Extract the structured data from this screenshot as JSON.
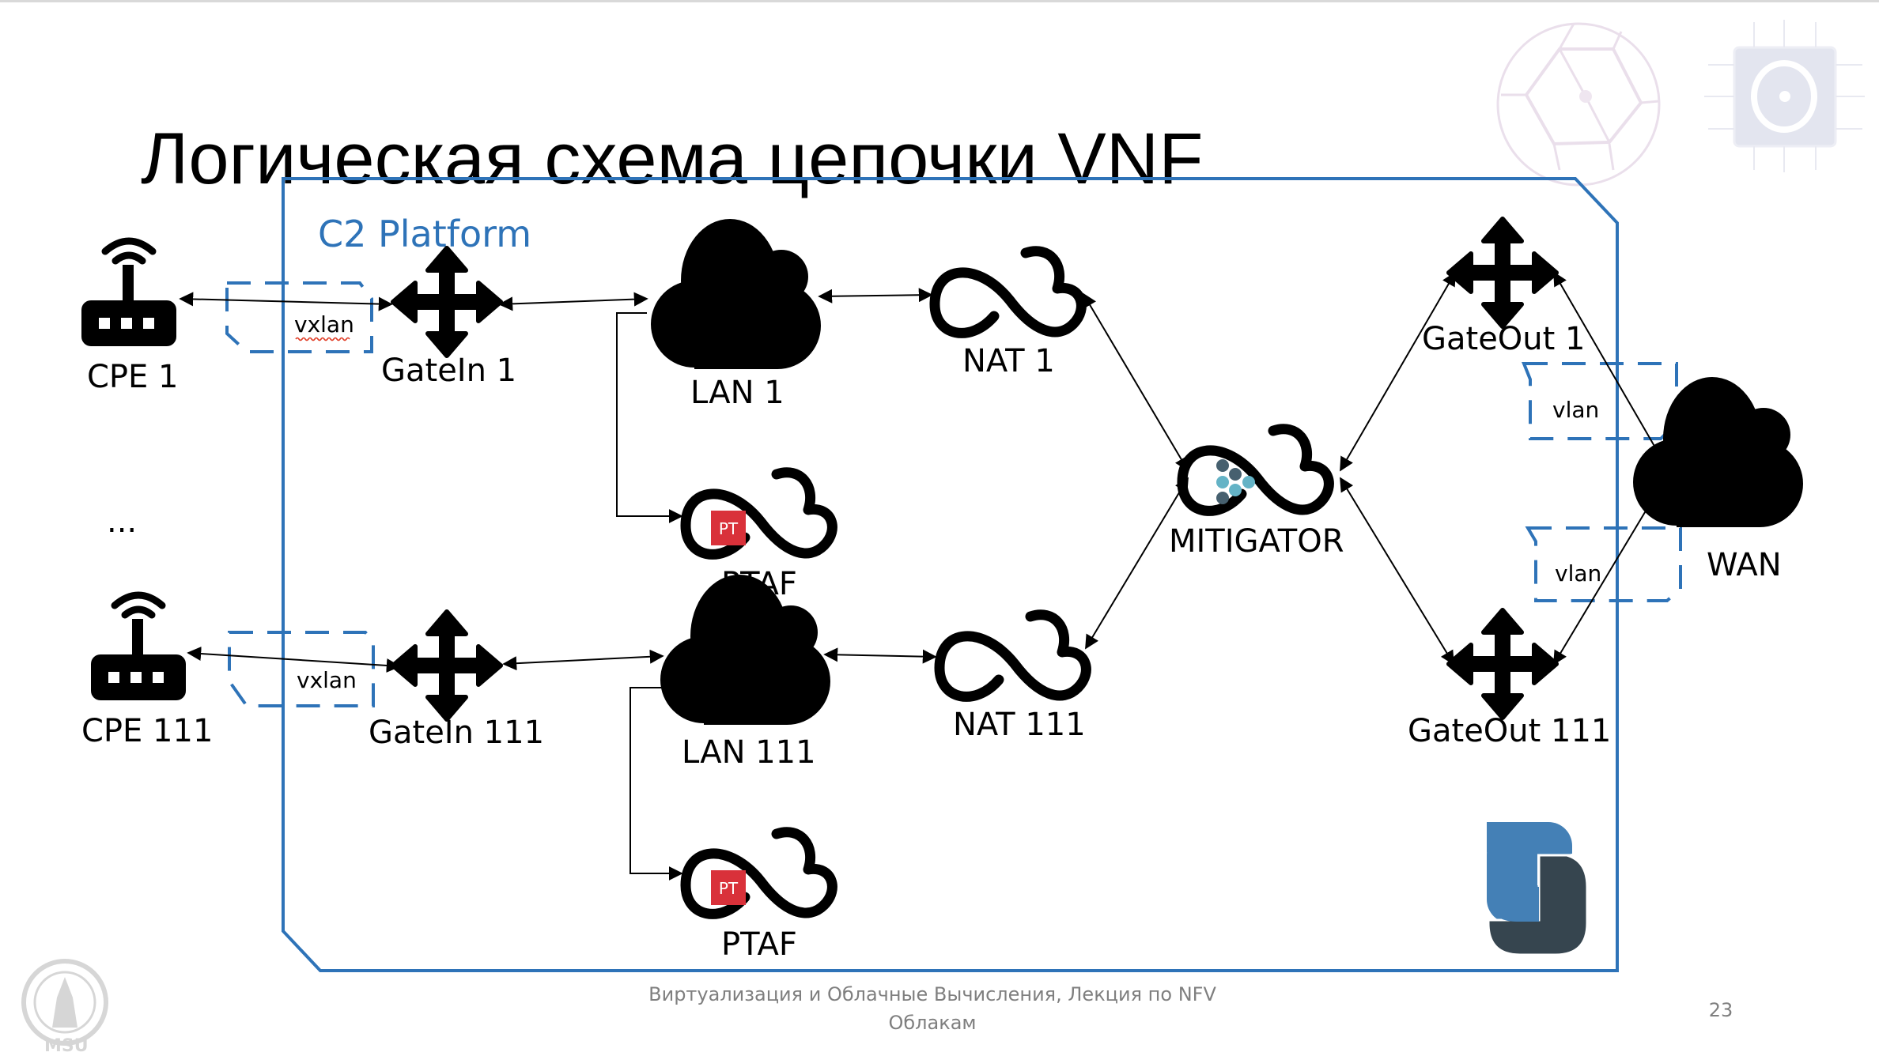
{
  "slide": {
    "title": "Логическая схема цепочки VNF",
    "platform_label": "C2 Platform",
    "ellipsis": "...",
    "footer_line1": "Виртуализация и Облачные Вычисления, Лекция по NFV",
    "footer_line2": "Облакам",
    "page_number": "23",
    "watermark_logo": "MSU"
  },
  "colors": {
    "platform_border": "#2e73b8",
    "ptaf_red": "#d9313a",
    "mitigator_dark": "#46606f",
    "mitigator_light": "#64b3c6",
    "logo_blue": "#4480b6",
    "logo_dark": "#36454f"
  },
  "nodes": {
    "cpe1": {
      "label": "CPE 1",
      "icon": "router-icon"
    },
    "cpe111": {
      "label": "CPE 111",
      "icon": "router-icon"
    },
    "gatein1": {
      "label": "GateIn 1",
      "icon": "move-arrows-icon"
    },
    "gatein111": {
      "label": "GateIn 111",
      "icon": "move-arrows-icon"
    },
    "lan1": {
      "label": "LAN 1",
      "icon": "cloud-icon"
    },
    "lan111": {
      "label": "LAN 111",
      "icon": "cloud-icon"
    },
    "nat1": {
      "label": "NAT 1",
      "icon": "infinity-cloud-icon"
    },
    "nat111": {
      "label": "NAT 111",
      "icon": "infinity-cloud-icon"
    },
    "ptaf1": {
      "label": "PTAF",
      "icon": "ptaf-icon",
      "badge": "PT"
    },
    "ptaf111": {
      "label": "PTAF",
      "icon": "ptaf-icon",
      "badge": "PT"
    },
    "mitigator": {
      "label": "MITIGATOR",
      "icon": "mitigator-icon"
    },
    "gateout1": {
      "label": "GateOut 1",
      "icon": "move-arrows-icon"
    },
    "gateout111": {
      "label": "GateOut 111",
      "icon": "move-arrows-icon"
    },
    "wan": {
      "label": "WAN",
      "icon": "cloud-icon"
    }
  },
  "tunnels": {
    "vxlan_top": "vxlan",
    "vxlan_bottom": "vxlan",
    "vlan_top": "vlan",
    "vlan_bottom": "vlan"
  }
}
